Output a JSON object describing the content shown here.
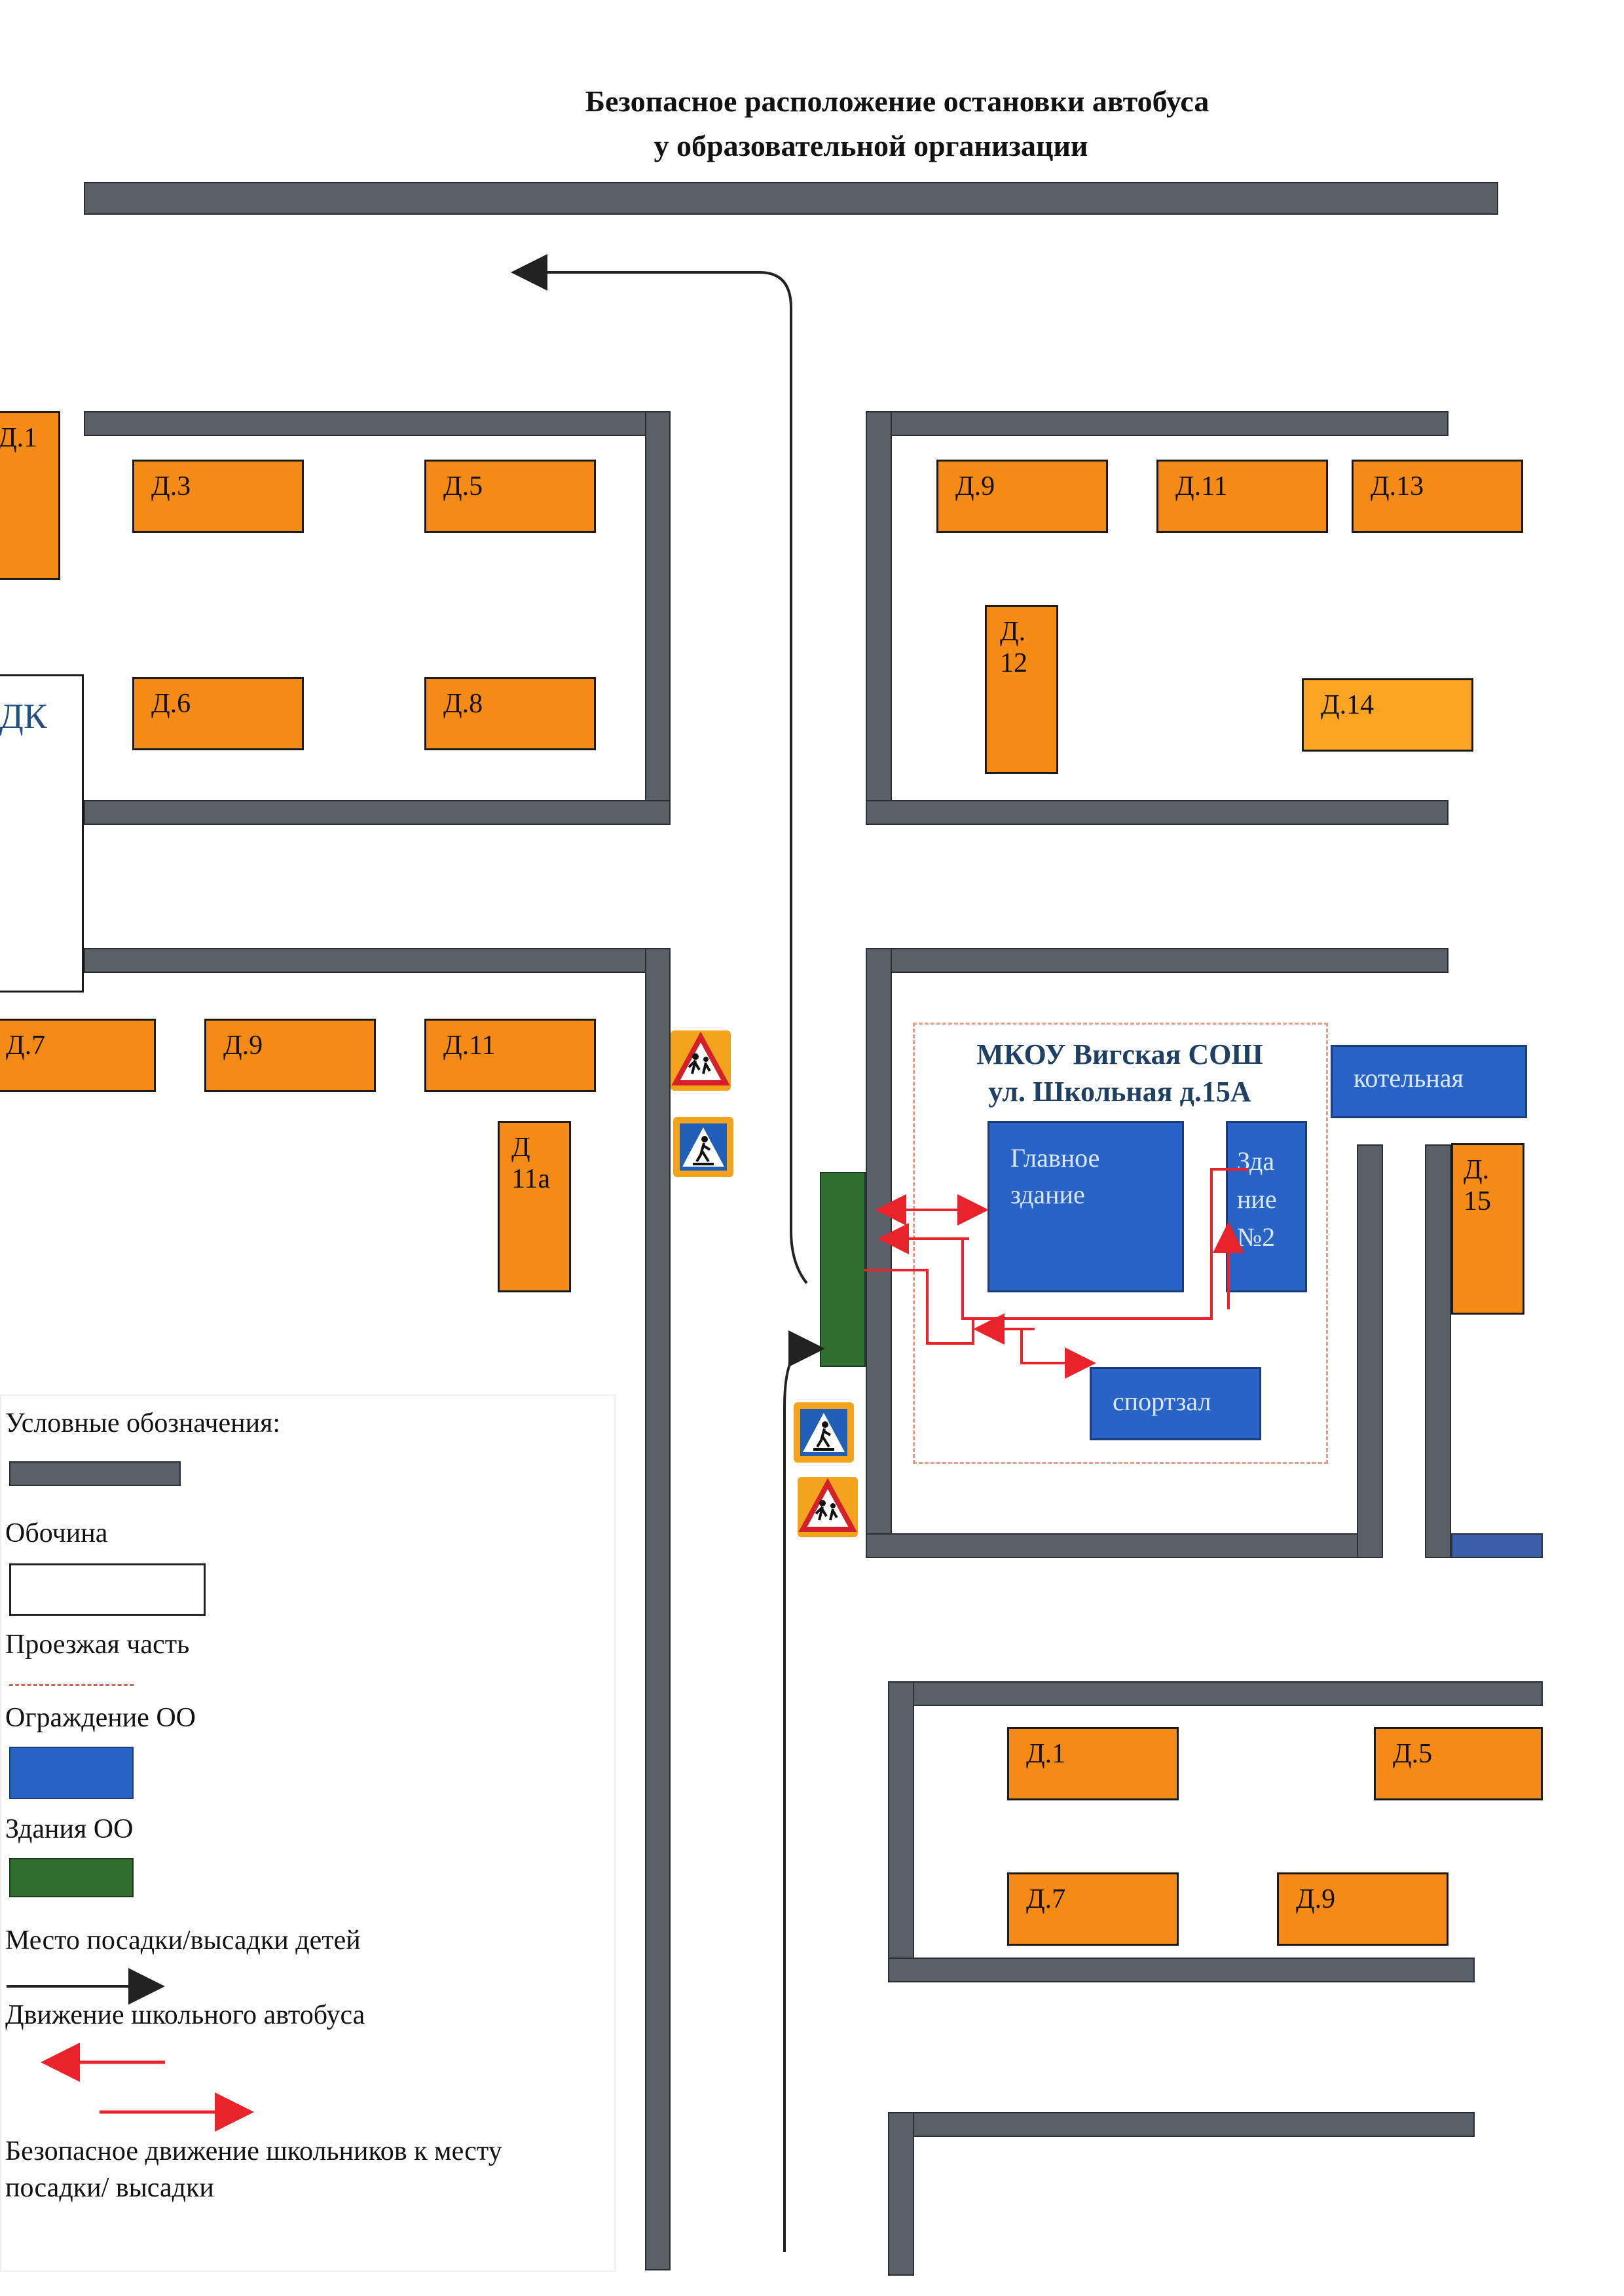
{
  "title": {
    "line1": "Безопасное расположение остановки автобуса",
    "line2": "у образовательной организации"
  },
  "houses": {
    "d1_top": "Д.1",
    "d3": "Д.3",
    "d5_top": "Д.5",
    "d6": "Д.6",
    "d8": "Д.8",
    "d9_tr": "Д.9",
    "d11_tr": "Д.11",
    "d13": "Д.13",
    "d12_a": "Д.",
    "d12_b": "12",
    "d14": "Д.14",
    "dk": "ДК",
    "d7_left": "Д.7",
    "d9_left": "Д.9",
    "d11_left": "Д.11",
    "d11a_a": "Д",
    "d11a_b": "11а",
    "d15_a": "Д.",
    "d15_b": "15",
    "d1_bottom": "Д.1",
    "d5_bottom": "Д.5",
    "d7_bottom": "Д.7",
    "d9_bottom": "Д.9"
  },
  "school": {
    "name_line1": "МКОУ Вигская СОШ",
    "name_line2": "ул. Школьная д.15А",
    "main_a": "Главное",
    "main_b": "здание",
    "second_a": "Зда",
    "second_b": "ние",
    "second_c": "№2",
    "gym": "спортзал",
    "boiler": "котельная"
  },
  "legend": {
    "heading": "Условные обозначения:",
    "items": [
      "Обочина",
      "Проезжая часть",
      "Ограждение ОО",
      "Здания ОО",
      "Место посадки/высадки детей",
      "Движение школьного автобуса"
    ],
    "last_line1": "Безопасное движение школьников к месту",
    "last_line2": "посадки/ высадки"
  },
  "colors": {
    "road": "#5a6068",
    "house": "#f58b16",
    "school_building": "#2a63c6",
    "bus_stop": "#2f6e2f",
    "fence": "#e5a08a",
    "student_route": "#e8232b",
    "bus_route": "#222222",
    "sign": "#f3a41c"
  },
  "icons": [
    "children-crossing-sign-icon",
    "pedestrian-crossing-sign-icon"
  ]
}
